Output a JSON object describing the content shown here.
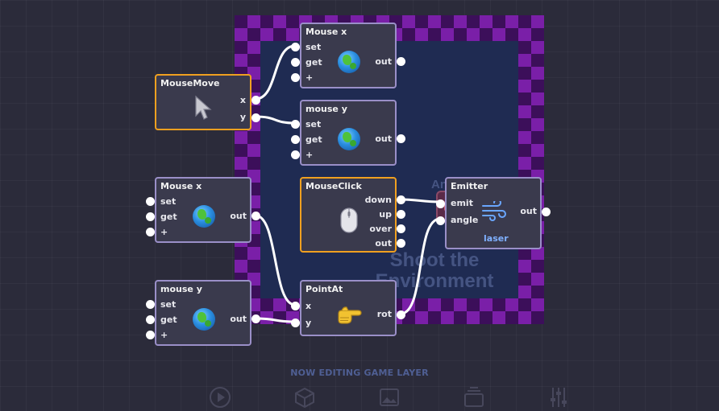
{
  "game": {
    "title_text": "Shoot the Environment",
    "angle_label": "Angle"
  },
  "nodes": {
    "mouse_x_top": {
      "title": "Mouse x",
      "inputs": [
        "set",
        "get",
        "+"
      ],
      "output": "out",
      "icon": "globe-icon"
    },
    "mouse_move": {
      "title": "MouseMove",
      "outputs": [
        "x",
        "y"
      ],
      "icon": "cursor-icon"
    },
    "mouse_y_top": {
      "title": "mouse y",
      "inputs": [
        "set",
        "get",
        "+"
      ],
      "output": "out",
      "icon": "globe-icon"
    },
    "mouse_x_left": {
      "title": "Mouse x",
      "inputs": [
        "set",
        "get",
        "+"
      ],
      "output": "out",
      "icon": "globe-icon"
    },
    "mouse_click": {
      "title": "MouseClick",
      "outputs": [
        "down",
        "up",
        "over",
        "out"
      ],
      "icon": "mouse-icon"
    },
    "emitter": {
      "title": "Emitter",
      "inputs": [
        "emit",
        "angle"
      ],
      "output": "out",
      "icon": "wind-icon",
      "sub_label": "laser"
    },
    "mouse_y_left": {
      "title": "mouse y",
      "inputs": [
        "set",
        "get",
        "+"
      ],
      "output": "out",
      "icon": "globe-icon"
    },
    "point_at": {
      "title": "PointAt",
      "inputs": [
        "x",
        "y"
      ],
      "output": "rot",
      "icon": "pointing-hand-icon"
    }
  },
  "status": {
    "editing_label": "NOW EDITING GAME LAYER"
  },
  "toolbar": {
    "icons": [
      "play-icon",
      "cube-icon",
      "image-icon",
      "layers-icon",
      "sliders-icon"
    ]
  },
  "colors": {
    "background": "#2b2b3a",
    "node_fill": "#3a3a4d",
    "node_border": "#9a8fc8",
    "node_selected_border": "#f0a020",
    "wire": "#ffffff",
    "accent_blue": "#7fb0ff"
  }
}
